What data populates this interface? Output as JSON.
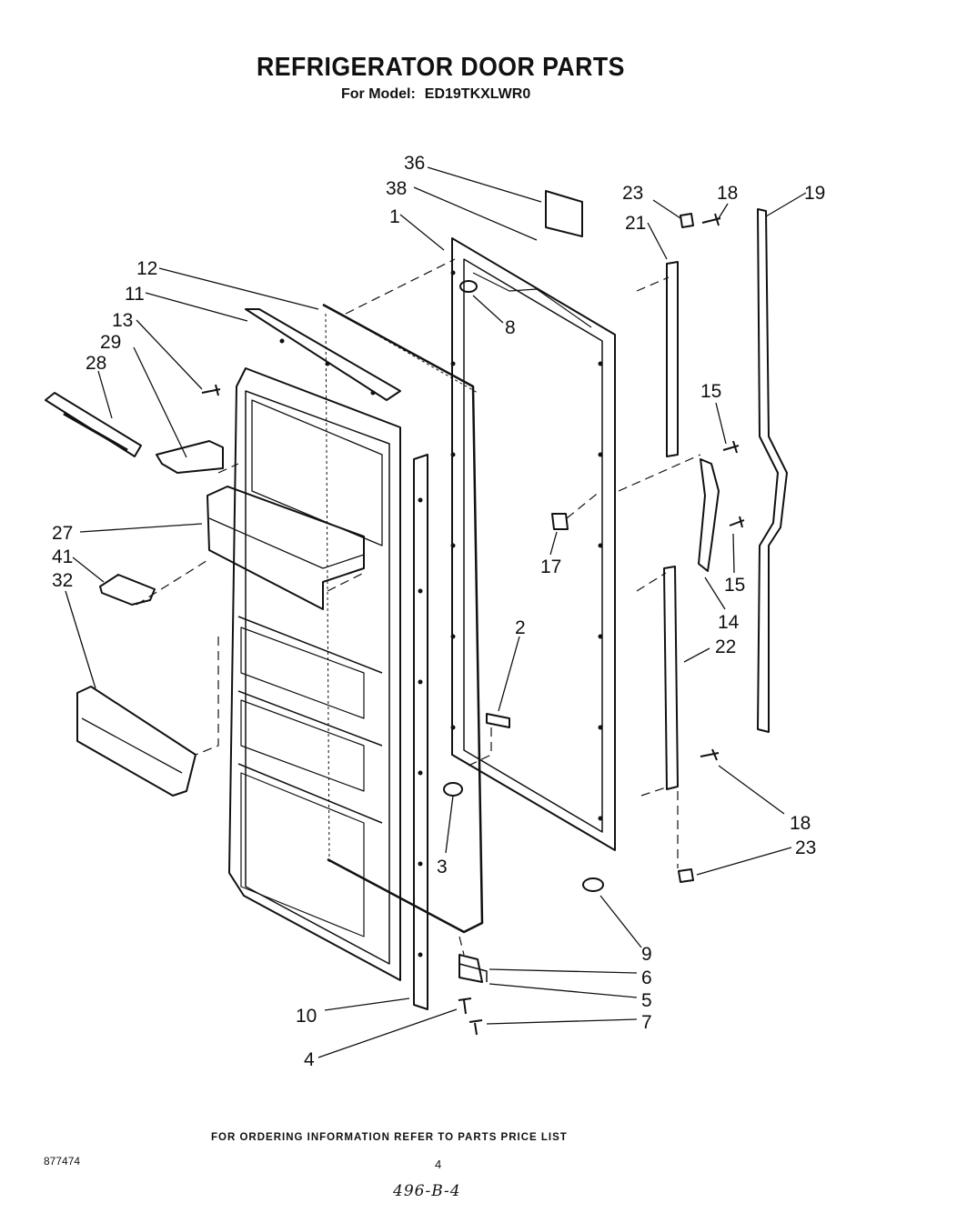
{
  "title": "REFRIGERATOR DOOR PARTS",
  "model": {
    "label": "For Model:",
    "value": "ED19TKXLWR0"
  },
  "footer": "FOR ORDERING INFORMATION REFER TO PARTS PRICE LIST",
  "document_number": "877474",
  "page_number": "4",
  "handwritten_note": "496-B-4",
  "callouts": [
    {
      "id": "c36",
      "label": "36"
    },
    {
      "id": "c38",
      "label": "38"
    },
    {
      "id": "c1",
      "label": "1"
    },
    {
      "id": "c12",
      "label": "12"
    },
    {
      "id": "c11",
      "label": "11"
    },
    {
      "id": "c13",
      "label": "13"
    },
    {
      "id": "c29",
      "label": "29"
    },
    {
      "id": "c28",
      "label": "28"
    },
    {
      "id": "c8",
      "label": "8"
    },
    {
      "id": "c27",
      "label": "27"
    },
    {
      "id": "c41",
      "label": "41"
    },
    {
      "id": "c32",
      "label": "32"
    },
    {
      "id": "c17",
      "label": "17"
    },
    {
      "id": "c2",
      "label": "2"
    },
    {
      "id": "c3",
      "label": "3"
    },
    {
      "id": "c23a",
      "label": "23"
    },
    {
      "id": "c18a",
      "label": "18"
    },
    {
      "id": "c19",
      "label": "19"
    },
    {
      "id": "c21",
      "label": "21"
    },
    {
      "id": "c15a",
      "label": "15"
    },
    {
      "id": "c15b",
      "label": "15"
    },
    {
      "id": "c14",
      "label": "14"
    },
    {
      "id": "c22",
      "label": "22"
    },
    {
      "id": "c18b",
      "label": "18"
    },
    {
      "id": "c23b",
      "label": "23"
    },
    {
      "id": "c9",
      "label": "9"
    },
    {
      "id": "c6",
      "label": "6"
    },
    {
      "id": "c5",
      "label": "5"
    },
    {
      "id": "c7",
      "label": "7"
    },
    {
      "id": "c10",
      "label": "10"
    },
    {
      "id": "c4",
      "label": "4"
    }
  ]
}
